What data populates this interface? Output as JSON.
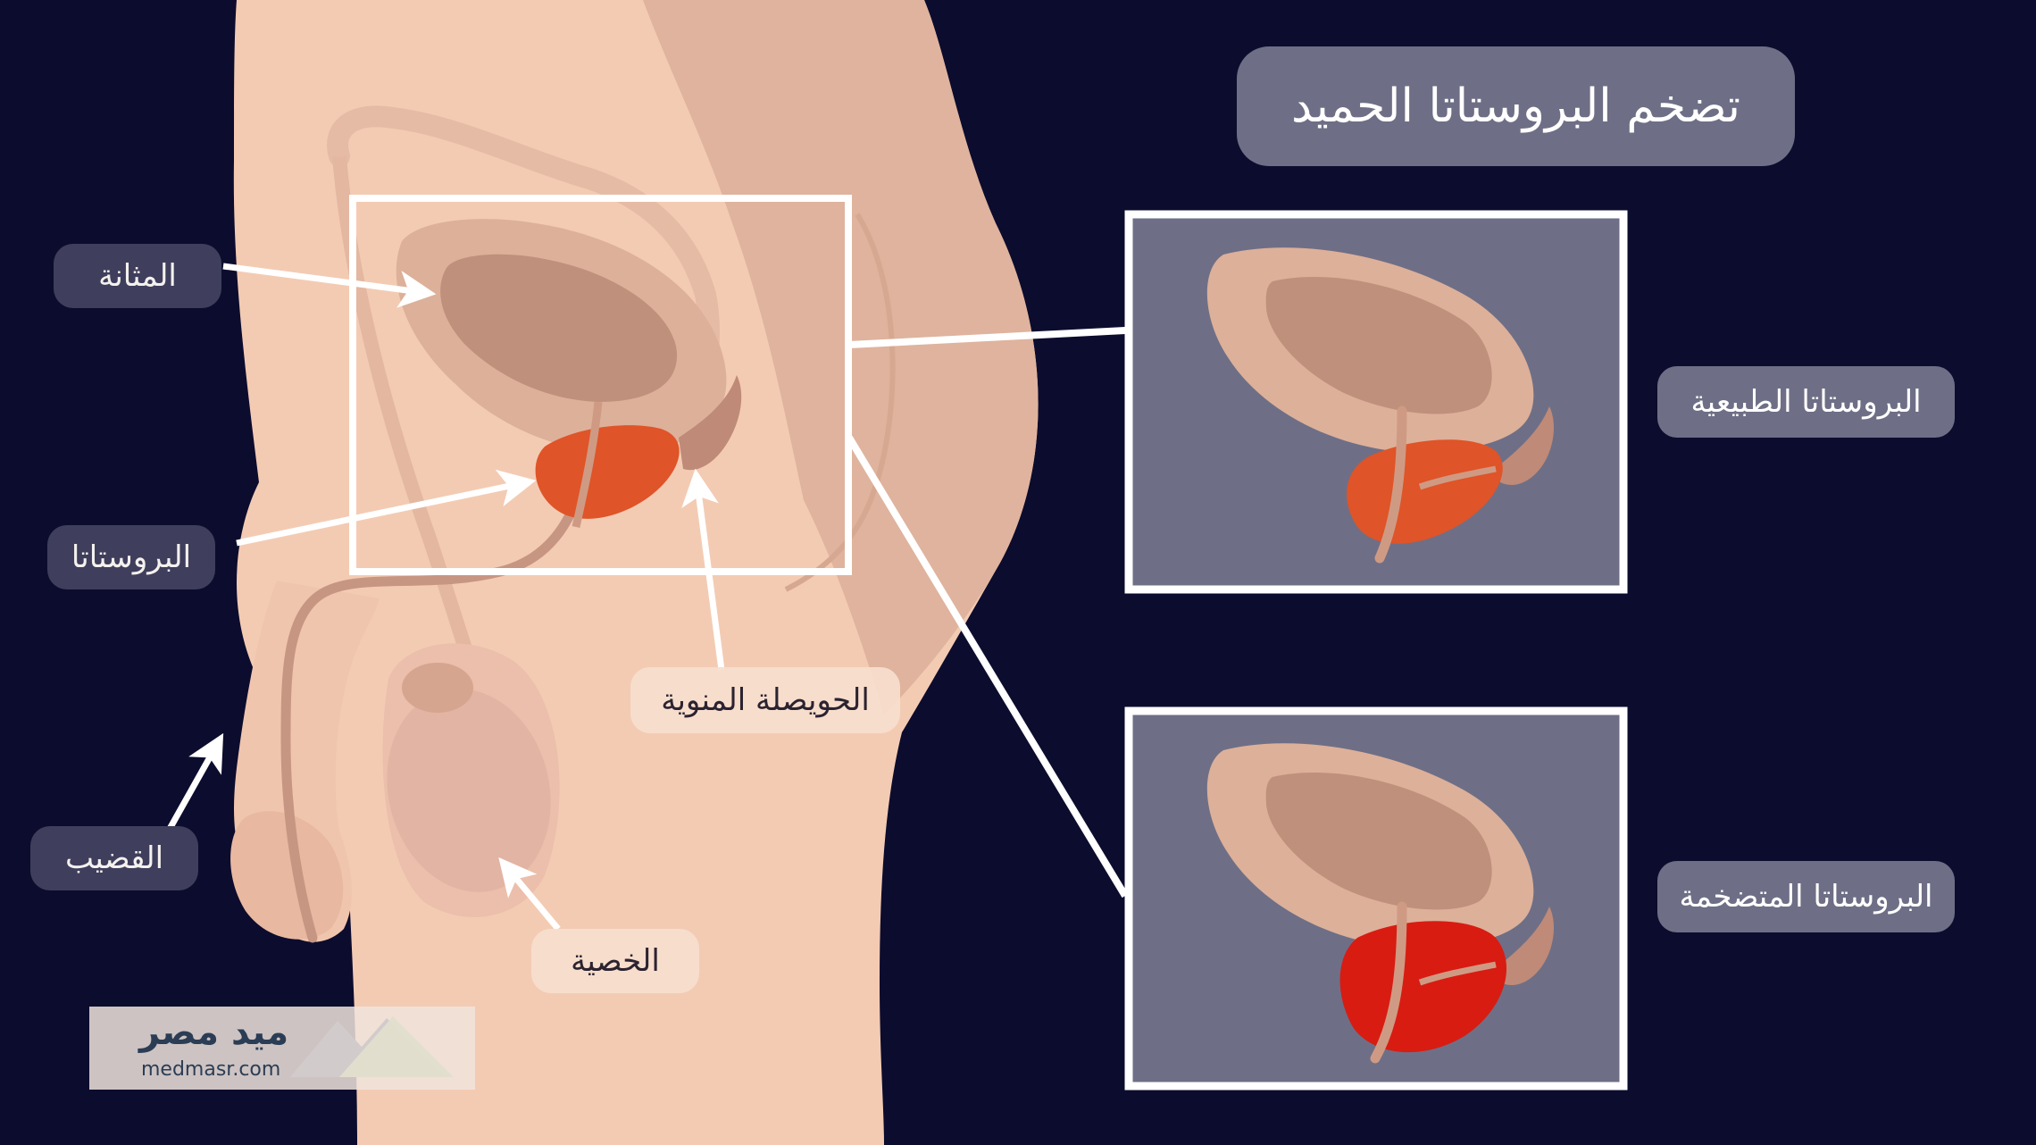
{
  "title": "تضخم البروستاتا الحميد",
  "labels": {
    "bladder": "المثانة",
    "prostate": "البروستاتا",
    "seminal_vesicle": "الحويصلة المنوية",
    "penis": "القضيب",
    "testis": "الخصية",
    "normal_prostate": "البروستاتا الطبيعية",
    "enlarged_prostate": "البروستاتا المتضخمة"
  },
  "logo": {
    "arabic": "ميد مصر",
    "latin": "medmasr.com"
  },
  "colors": {
    "background": "#0c0c2e",
    "skin": "#f3cbb3",
    "skin_shade": "#ddb09a",
    "organ": "#bf907c",
    "prostate_normal": "#df5428",
    "prostate_enlarged": "#d81c12",
    "panel": "#6e6f86",
    "frame": "#ffffff"
  }
}
